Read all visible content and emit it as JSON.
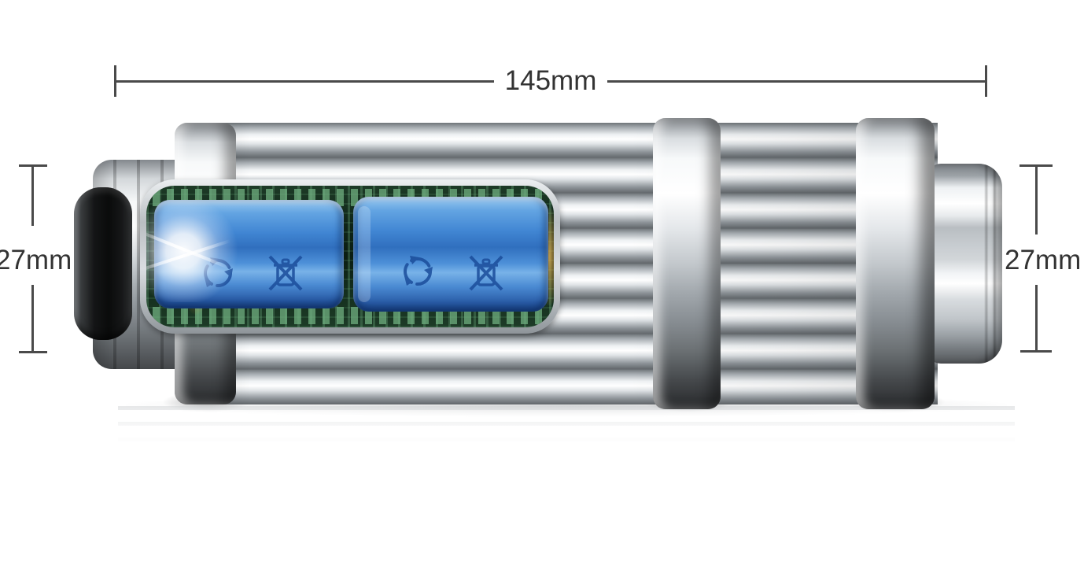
{
  "dimensions": {
    "length_label": "145mm",
    "left_diameter_label": "27mm",
    "right_diameter_label": "27mm"
  },
  "icons": {
    "battery_symbol_1": "recycling-icon",
    "battery_symbol_2": "crossed-bin-icon"
  },
  "palette": {
    "background": "#ffffff",
    "dimension_line": "#4a4a4a",
    "dimension_text": "#333333",
    "metal_highlight": "#ffffff",
    "metal_mid": "#c3c8cc",
    "metal_shadow": "#61666a",
    "lens_black": "#0a0b0b",
    "pcb_green": "#0e2317",
    "pcb_pad_green": "#6fae7f",
    "battery_blue": "#4186d3",
    "battery_symbol_blue": "#1b4d9b",
    "glow_amber": "#f0aa3c"
  }
}
